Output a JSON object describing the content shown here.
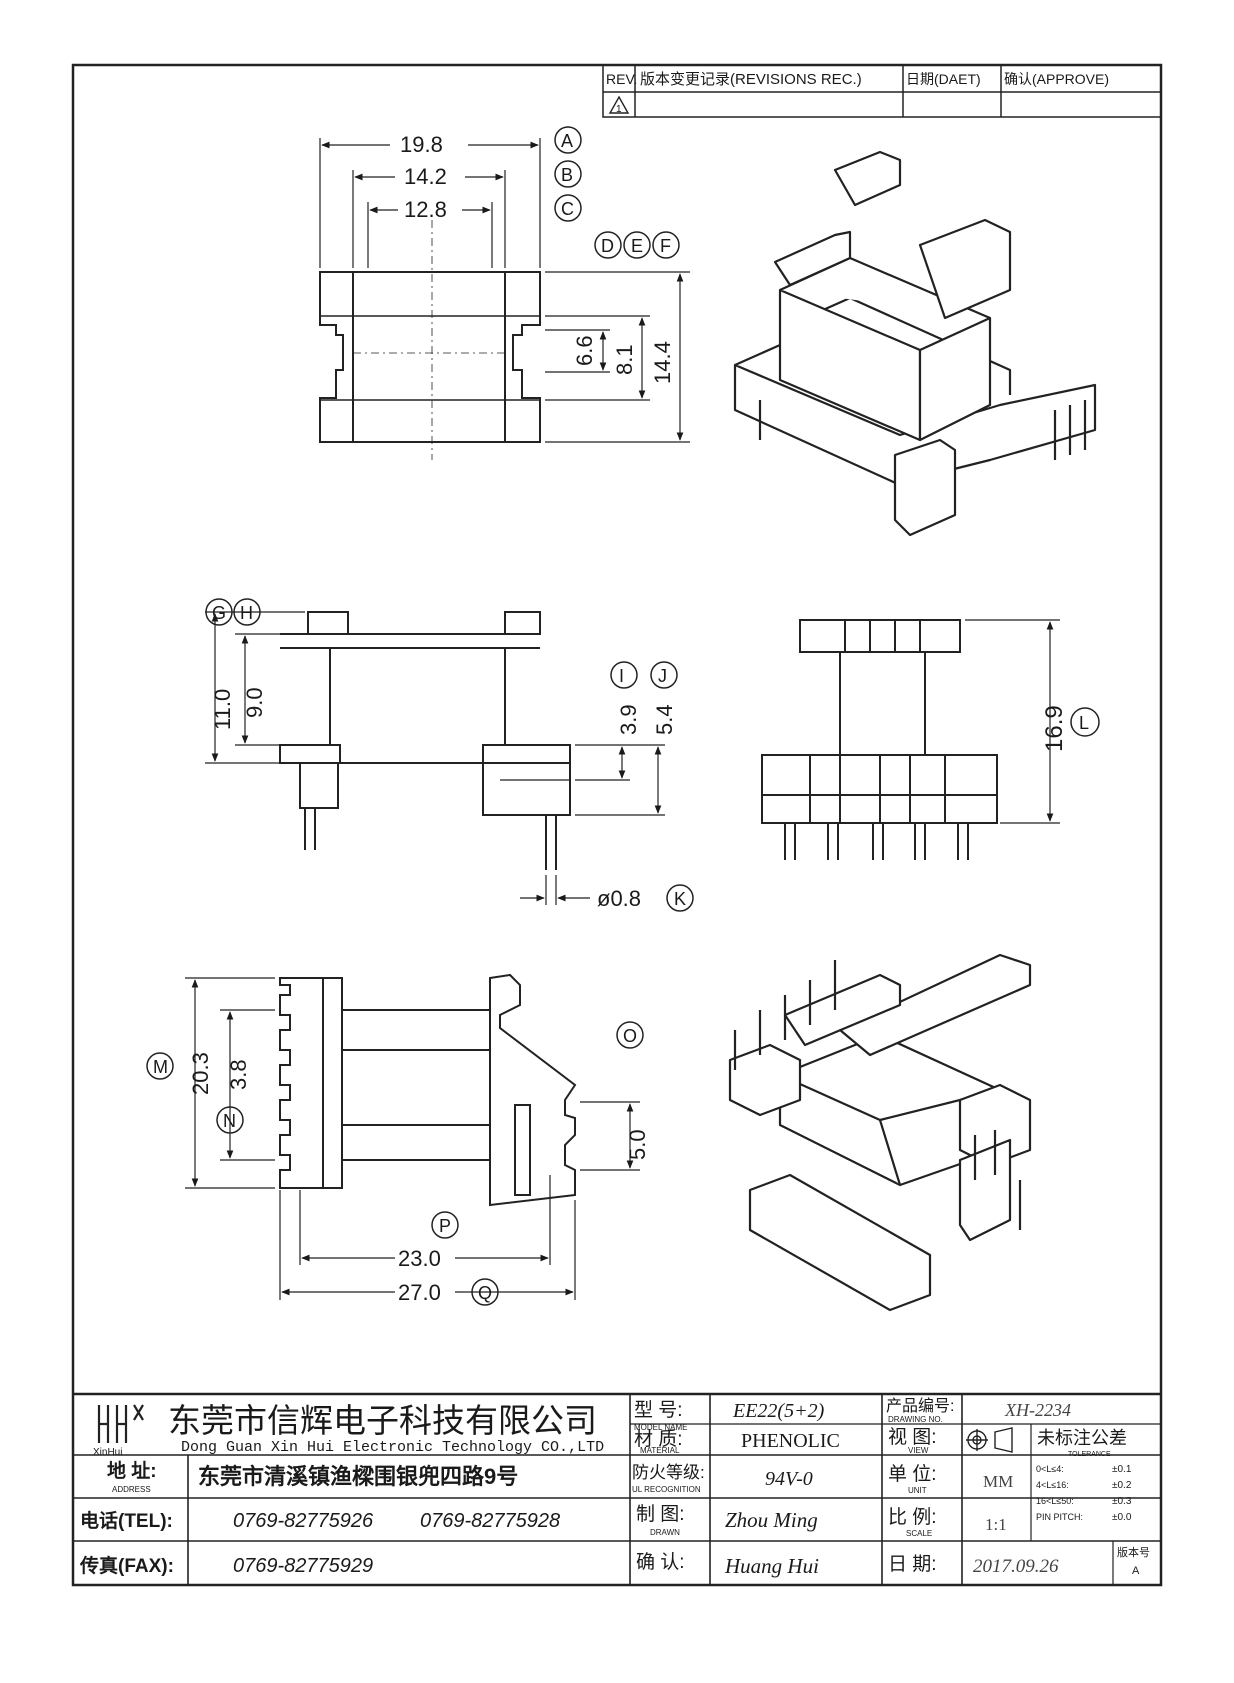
{
  "revision_block": {
    "rev_label": "REV.",
    "record_label": "版本变更记录(REVISIONS REC.)",
    "date_label": "日期(DAET)",
    "approve_label": "确认(APPROVE)",
    "rev_mark": "1"
  },
  "callouts": {
    "A": "A",
    "B": "B",
    "C": "C",
    "D": "D",
    "E": "E",
    "F": "F",
    "G": "G",
    "H": "H",
    "I": "I",
    "J": "J",
    "K": "K",
    "L": "L",
    "M": "M",
    "N": "N",
    "O": "O",
    "P": "P",
    "Q": "Q"
  },
  "dimensions": {
    "A": "19.8",
    "B": "14.2",
    "C": "12.8",
    "D": "6.6",
    "E": "8.1",
    "F": "14.4",
    "G": "11.0",
    "H": "9.0",
    "I": "3.9",
    "J": "5.4",
    "K": "ø0.8",
    "L": "16.9",
    "M": "20.3",
    "N": "3.8",
    "O": "5.0",
    "P": "23.0",
    "Q": "27.0"
  },
  "title_block": {
    "company_cn": "东莞市信辉电子科技有限公司",
    "company_en": "Dong Guan Xin Hui Electronic Technology CO.,LTD",
    "logo_text": "XinHui",
    "address_label": "地  址:",
    "address_label_en": "ADDRESS",
    "address_value": "东莞市清溪镇渔樑围银兜四路9号",
    "tel_label": "电话(TEL):",
    "tel_value_1": "0769-82775926",
    "tel_value_2": "0769-82775928",
    "fax_label": "传真(FAX):",
    "fax_value": "0769-82775929",
    "model_label": "型  号:",
    "model_label_en": "MODEL NAME",
    "model_value": "EE22(5+2)",
    "material_label": "材  质:",
    "material_label_en": "MATERIAL",
    "material_value": "PHENOLIC",
    "ul_label": "防火等级:",
    "ul_label_en": "UL RECOGNITION",
    "ul_value": "94V-0",
    "drawn_label": "制  图:",
    "drawn_label_en": "DRAWN",
    "drawn_value": "Zhou Ming",
    "confirm_label": "确  认:",
    "confirm_value": "Huang Hui",
    "drawing_no_label": "产品编号:",
    "drawing_no_label_en": "DRAWING NO.",
    "drawing_no_value": "XH-2234",
    "view_label": "视  图:",
    "view_label_en": "VIEW",
    "unit_label": "单  位:",
    "unit_label_en": "UNIT",
    "unit_value": "MM",
    "scale_label": "比  例:",
    "scale_label_en": "SCALE",
    "scale_value": "1:1",
    "date_label": "日  期:",
    "date_value": "2017.09.26",
    "tolerance_title": "未标注公差",
    "tolerance_title_en": "TOLERANCE",
    "tolerance_rows": [
      {
        "range": "0<L≤4:",
        "value": "±0.1"
      },
      {
        "range": "4<L≤16:",
        "value": "±0.2"
      },
      {
        "range": "16<L≤50:",
        "value": "±0.3"
      },
      {
        "range": "PIN PITCH:",
        "value": "±0.0"
      }
    ],
    "version_label": "版本号",
    "version_value": "A"
  }
}
